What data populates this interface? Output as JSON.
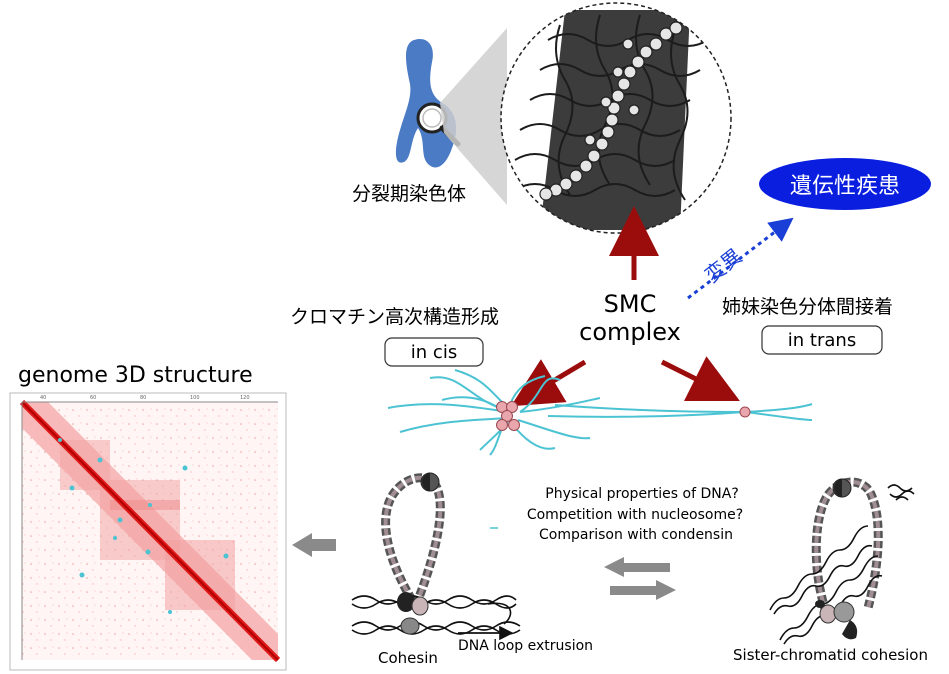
{
  "labels": {
    "mitotic_chromosome": "分裂期染色体",
    "disease": "遺伝性疾患",
    "mutation": "変異",
    "smc_line1": "SMC",
    "smc_line2": "complex",
    "chromatin_formation": "クロマチン高次構造形成",
    "in_cis": "in cis",
    "sister_cohesion_jp": "姉妹染色分体間接着",
    "in_trans": "in trans",
    "genome_3d": "genome 3D structure",
    "question1": "Physical properties of DNA?",
    "question2": "Competition with nucleosome?",
    "question3": "Comparison with condensin",
    "cohesin": "Cohesin",
    "loop_extrusion": "DNA loop extrusion",
    "sister_cohesion_en": "Sister-chromatid cohesion"
  },
  "colors": {
    "chromosome_blue": "#4a7bc4",
    "disease_fill": "#0a1ee0",
    "mutation_text": "#1a3fd6",
    "arrow_red": "#9b0c0c",
    "fiber_cyan": "#4cc3d3",
    "node_pink": "#e9a7ad",
    "hic_red": "#e01818",
    "gray_arrow": "#8a8a8a"
  },
  "icons": {
    "magnifier": "magnifier-icon"
  }
}
